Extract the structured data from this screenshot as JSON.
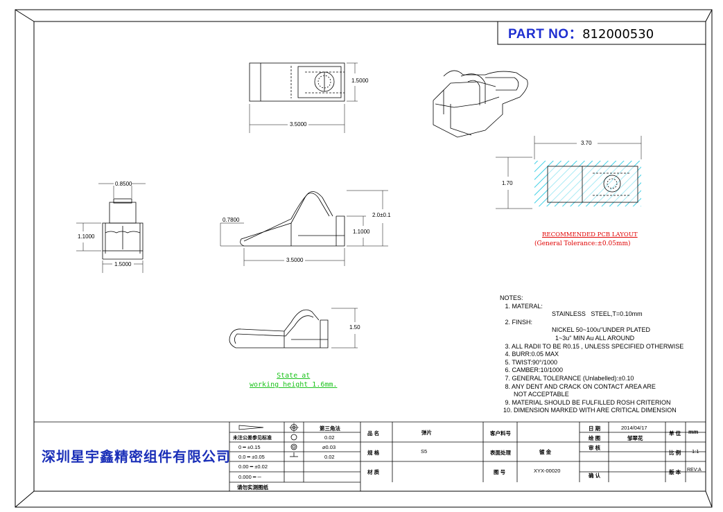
{
  "part_no": {
    "label": "PART NO：",
    "value": "812000530"
  },
  "views": {
    "top_width": "3.5000",
    "top_height": "1.5000",
    "front_width": "0.8500",
    "front_height": "1.1000",
    "front_bottom": "1.5000",
    "side_left": "0.7800",
    "side_total_h": "2.0±0.1",
    "side_h": "1.1000",
    "side_width": "3.5000",
    "working_h": "1.50",
    "pcb_w": "3.70",
    "pcb_h": "1.70"
  },
  "pcb": {
    "title": "RECOMMENDED  PCB LAYOUT",
    "tolerance": "(General Tolerance:±0.05mm)"
  },
  "state_note": [
    "State at",
    "working height 1.6mm."
  ],
  "notes": [
    "NOTES:",
    "   1. MATERAL:",
    "                              STAINLESS   STEEL,T=0.10mm",
    "   2. FINSH:",
    "                              NICKEL 50~100u\"UNDER PLATED",
    "                                1~3u\" MIN Au ALL AROUND",
    "   3. ALL RADII TO BE R0.15 , UNLESS SPECIFIED OTHERWISE",
    "   4. BURR:0.05 MAX",
    "   5. TWIST:90°/1000",
    "   6. CAMBER:10/1000",
    "   7. GENERAL TOLERANCE (Unlabelled):±0.10",
    "   8. ANY DENT AND CRACK ON CONTACT AREA ARE",
    "        NOT ACCEPTABLE",
    "   9. MATERIAL SHOULD BE FULFILLED ROSH CRITERION",
    "  10. DIMENSION MARKED WITH ARE CRITICAL DIMENSION"
  ],
  "title_block": {
    "company": "深圳星宇鑫精密组件有限公司",
    "projection": "第三角法",
    "tol_header": "未注公差参见标准",
    "tol_rows": [
      "0      ━  ±0.15",
      "0.0    ━  ±0.05",
      "0.00   ━  ±0.02",
      "0.000 ━  ─"
    ],
    "tol_vals": [
      "0.02",
      "⌀0.03",
      "0.02"
    ],
    "real_drawing": "请勿实测图纸",
    "name_label": "品  名",
    "name_value": "弹片",
    "spec_label": "规  格",
    "spec_value": "S5",
    "material_label": "材  质",
    "material_value": "",
    "customer_label": "客户料号",
    "customer_value": "",
    "surface_label": "表面处理",
    "surface_value": "镀 金",
    "drawing_label": "图  号",
    "drawing_value": "XYX-00020",
    "date_label": "日 期",
    "date_value": "2014/04/17",
    "drawn_label": "绘 图",
    "drawn_value": "邹翠花",
    "check_label": "审 核",
    "check_value": "",
    "approve_label": "确 认",
    "approve_value": "",
    "unit_label": "单 位",
    "unit_value": "mm",
    "scale_label": "比 例",
    "scale_value": "1:1",
    "rev_label": "版 本",
    "rev_value": "REV:A"
  },
  "colors": {
    "part_label": "#1f2fd0",
    "pcb_red": "#e00000",
    "state_green": "#19c21a",
    "hatch_cyan": "#3fd0e6",
    "company_blue": "#1a2fb8"
  }
}
